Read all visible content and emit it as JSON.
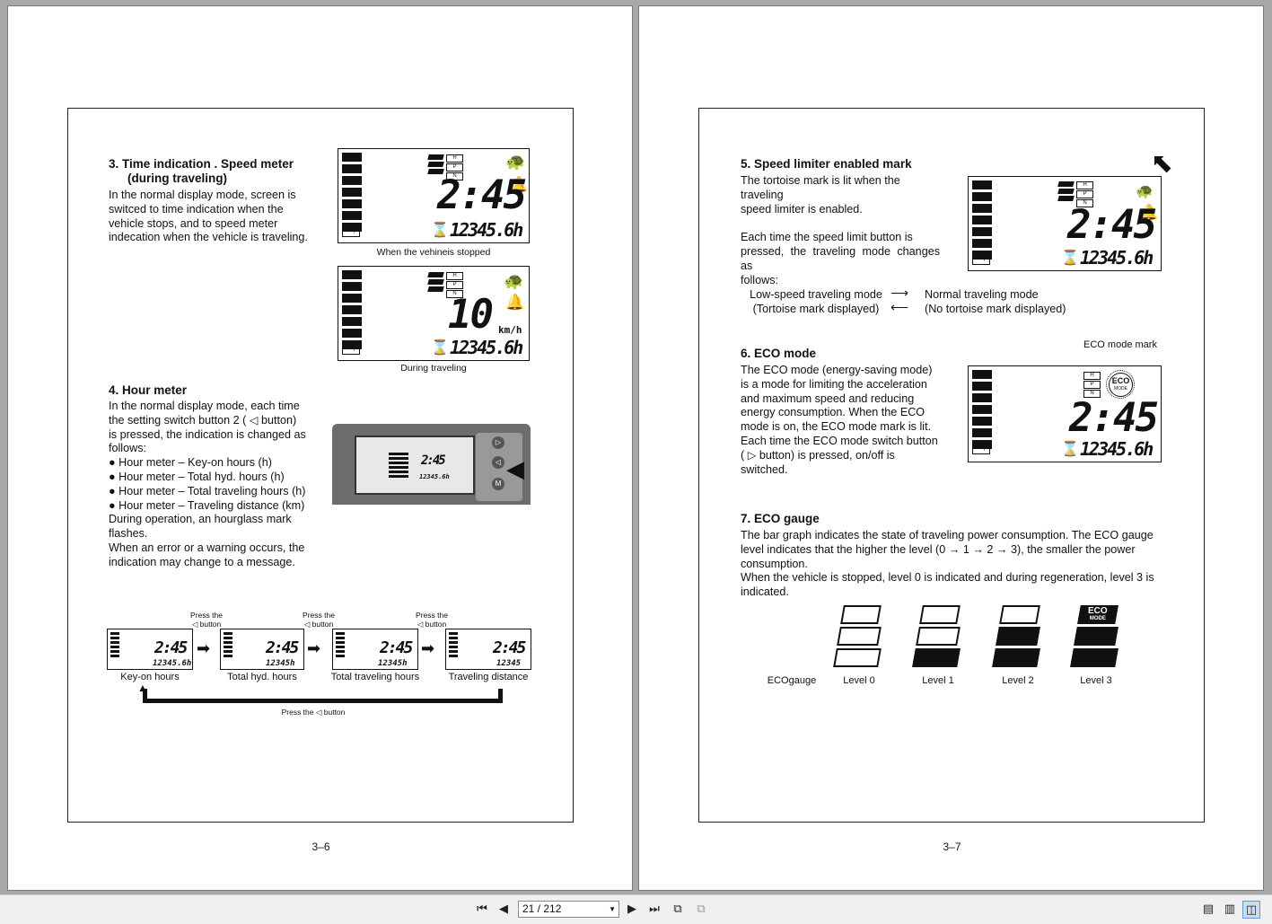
{
  "left_page": {
    "sec3_title_l1": "3.  Time indication . Speed meter",
    "sec3_title_l2": "(during traveling)",
    "sec3_body": [
      "In the normal display mode, screen is",
      "switced to time indication when the",
      "vehicle stops, and to speed meter",
      "indecation when the vehicle is traveling."
    ],
    "lcd_time": "2:45",
    "lcd_hours": "12345.6h",
    "lcd_speed": "10",
    "lcd_speed_unit": "km/h",
    "hpn_letters": [
      "H",
      "P",
      "N"
    ],
    "caption_stopped": "When the vehineis stopped",
    "caption_traveling": "During traveling",
    "sec4_title": "4.  Hour meter",
    "sec4_body": [
      "In the normal display mode, each time",
      "the setting switch button 2 ( ◁ button)",
      "is pressed, the indication is changed as",
      "follows:",
      "● Hour meter – Key-on hours (h)",
      "● Hour meter – Total hyd. hours (h)",
      "● Hour meter – Total traveling hours (h)",
      "● Hour meter – Traveling distance (km)",
      "During operation, an hourglass mark",
      "flashes.",
      "When an error or a warning occurs, the",
      "indication may change to a message."
    ],
    "panel_time": "2:45",
    "panel_hours": "12345.6h",
    "panel_buttons": [
      "▷",
      "◁",
      "M"
    ],
    "press_label_l1": "Press the",
    "press_label_l2": "◁ button",
    "flow_items": [
      {
        "label": "Key-on hours",
        "time": "2:45",
        "value": "12345.6h"
      },
      {
        "label": "Total hyd. hours",
        "time": "2:45",
        "value": "12345h"
      },
      {
        "label": "Total traveling hours",
        "time": "2:45",
        "value": "12345h"
      },
      {
        "label": "Traveling distance",
        "time": "2:45",
        "value": "12345"
      }
    ],
    "loop_label": "Press the ◁ button",
    "page_number": "3–6"
  },
  "right_page": {
    "sec5_title": "5.  Speed limiter enabled mark",
    "sec5_body": [
      "The tortoise mark is lit when the traveling",
      "speed limiter is enabled.",
      "",
      "Each time the speed limit button is",
      "pressed, the traveling mode changes as",
      "follows:"
    ],
    "mode_low_l1": "Low-speed traveling mode",
    "mode_low_l2": "(Tortoise mark displayed)",
    "mode_normal_l1": "Normal traveling mode",
    "mode_normal_l2": "(No tortoise mark displayed)",
    "lcd_time": "2:45",
    "lcd_hours": "12345.6h",
    "eco_mark_label": "ECO mode mark",
    "eco_badge_l1": "ECO",
    "eco_badge_l2": "MODE",
    "sec6_title": "6.  ECO mode",
    "sec6_body": [
      "The ECO mode (energy-saving mode)",
      "is a mode for limiting the acceleration",
      "and maximum speed and reducing",
      "energy consumption. When the ECO",
      "mode is on, the ECO mode mark is lit.",
      "Each time the ECO mode switch button",
      "( ▷ button) is pressed, on/off is switched."
    ],
    "sec7_title": "7.  ECO gauge",
    "sec7_body": [
      "The bar graph indicates the state of traveling power consumption. The ECO gauge",
      "level indicates that the higher the level (0 → 1 → 2 → 3), the smaller the power",
      "consumption.",
      "When the vehicle is stopped, level 0 is indicated and during regeneration, level 3 is",
      "indicated."
    ],
    "gauge_label": "ECOgauge",
    "gauge_levels": [
      {
        "label": "Level 0",
        "filled_segments": 0
      },
      {
        "label": "Level 1",
        "filled_segments": 1
      },
      {
        "label": "Level 2",
        "filled_segments": 2
      },
      {
        "label": "Level 3",
        "filled_segments": 3
      }
    ],
    "page_number": "3–7"
  },
  "toolbar": {
    "current_page": "21",
    "total_pages": "212",
    "page_display": "21 / 212",
    "icons": [
      "first-page-icon",
      "prev-page-icon",
      "next-page-icon",
      "last-page-icon",
      "rotate-icon",
      "copy-icon",
      "single-page-icon",
      "continuous-icon",
      "two-page-icon"
    ]
  }
}
